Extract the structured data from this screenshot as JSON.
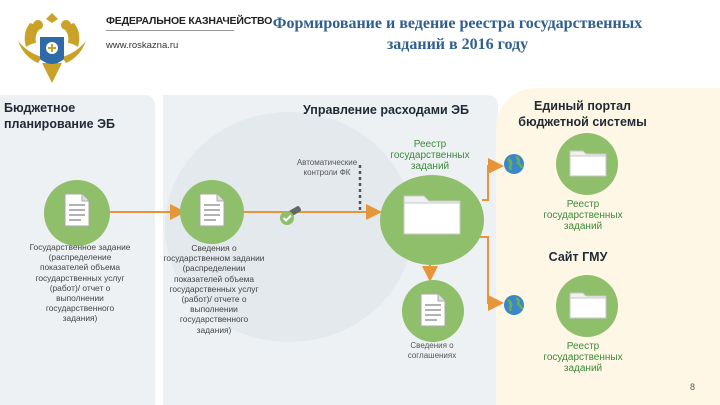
{
  "header": {
    "logo_line1": "ФЕДЕРАЛЬНОЕ КАЗНАЧЕЙСТВО",
    "logo_line2": "www.roskazna.ru",
    "title": "Формирование и ведение реестра государственных заданий в 2016 году"
  },
  "left_panel": {
    "title": "Бюджетное планирование ЭБ",
    "doc_caption": "Государственное задание (распределение показателей объема государственных услуг (работ)/ отчет о выполнении государственного задания)"
  },
  "middle_panel": {
    "title": "Управление расходами ЭБ",
    "auto_control": "Автоматические контроли ФК",
    "registry_label": "Реестр государственных заданий",
    "doc_caption": "Сведения о государственном задании (распределении показателей объема государственных услуг (работ)/ отчете о выполнении государственного задания)",
    "agreements_caption": "Сведения о соглашениях"
  },
  "right_panel": {
    "title": "Единый портал бюджетной системы",
    "registry_label": "Реестр государственных заданий",
    "gmu_title": "Сайт ГМУ",
    "gmu_registry_label": "Реестр государственных заданий"
  },
  "page_number": "8",
  "colors": {
    "accent_blue": "#2f5f8f",
    "green_circle": "#8fbf6a",
    "arrow_orange": "#e6953a",
    "panel_bg": "#eef1f4",
    "label_green": "#3b8a3a"
  }
}
